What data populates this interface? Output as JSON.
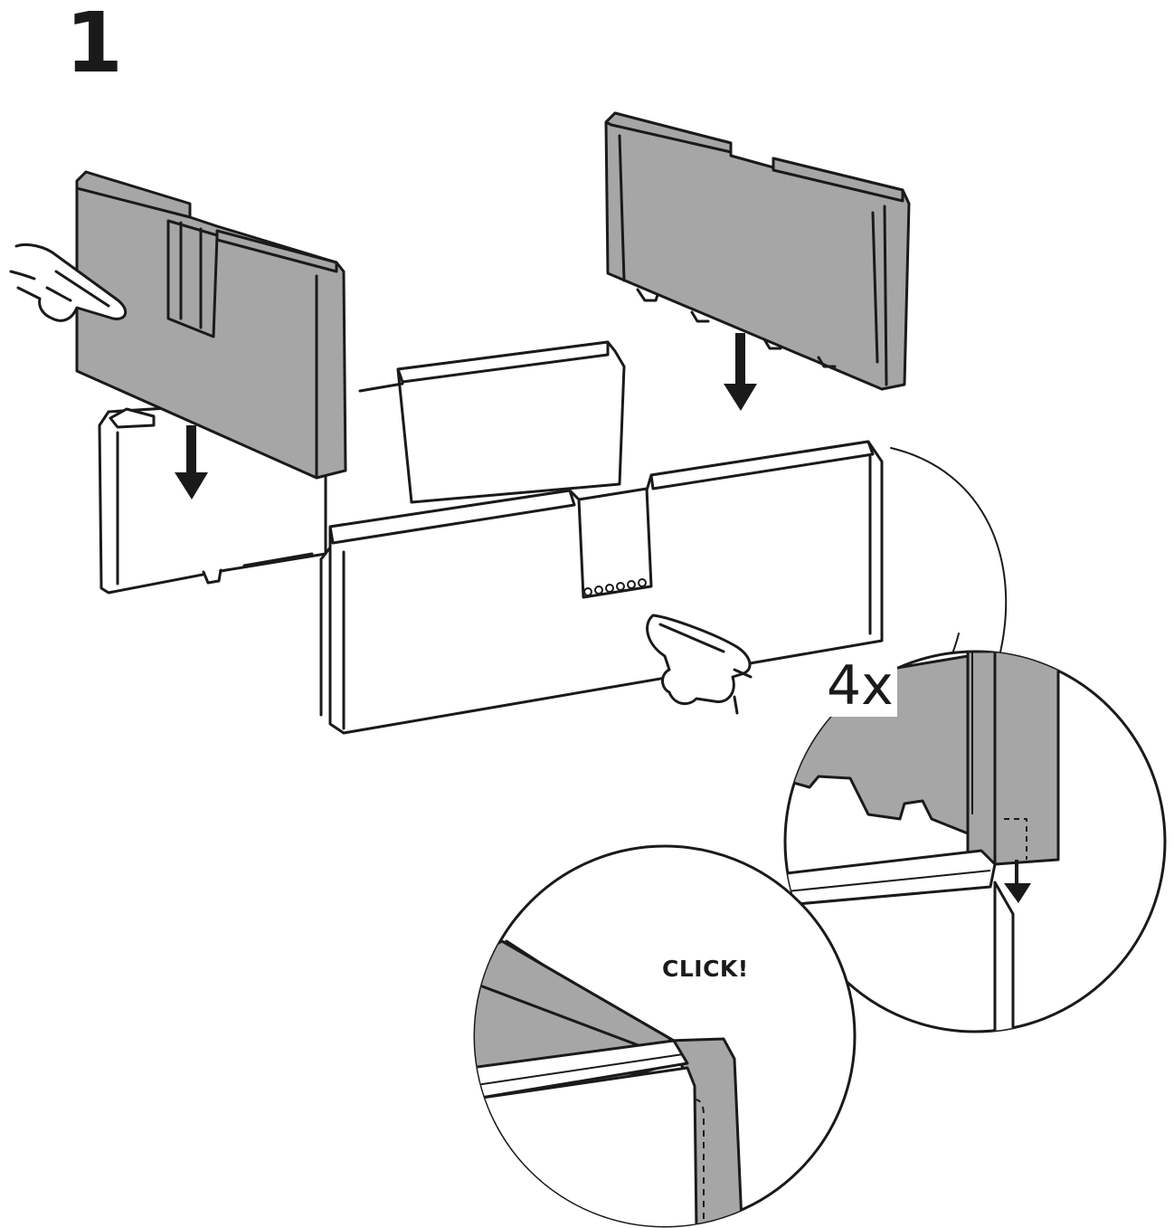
{
  "step": {
    "number": "1"
  },
  "detail_top": {
    "quantity_label": "4x"
  },
  "detail_bottom": {
    "sound_label": "CLICK!"
  },
  "colors": {
    "panel_fill": "#a6a6a6",
    "line": "#1a1a1a",
    "background": "#ffffff"
  },
  "icons": [
    "pointing-hand-icon",
    "down-arrow-icon"
  ]
}
